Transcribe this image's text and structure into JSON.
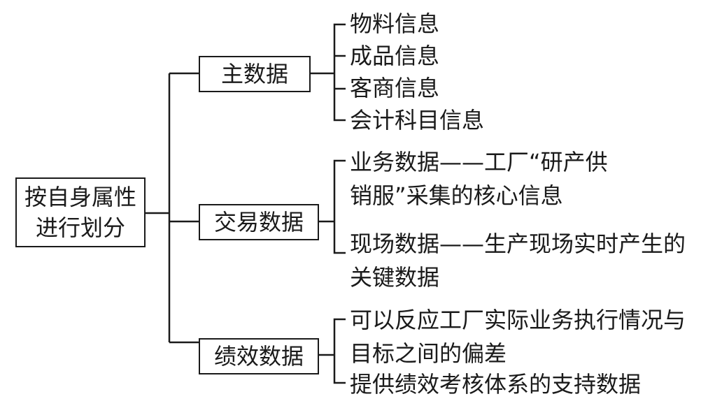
{
  "root": {
    "line1": "按自身属性",
    "line2": "进行划分"
  },
  "categories": [
    {
      "label": "主数据",
      "items": [
        "物料信息",
        "成品信息",
        "客商信息",
        "会计科目信息"
      ]
    },
    {
      "label": "交易数据",
      "items": [
        {
          "line1": "业务数据——工厂“研产供",
          "line2": "销服”采集的核心信息"
        },
        {
          "line1": "现场数据——生产现场实时产生的",
          "line2": "关键数据"
        }
      ]
    },
    {
      "label": "绩效数据",
      "items": [
        {
          "line1": "可以反应工厂实际业务执行情况与",
          "line2": "目标之间的偏差"
        },
        {
          "line1": "提供绩效考核体系的支持数据"
        }
      ]
    }
  ]
}
